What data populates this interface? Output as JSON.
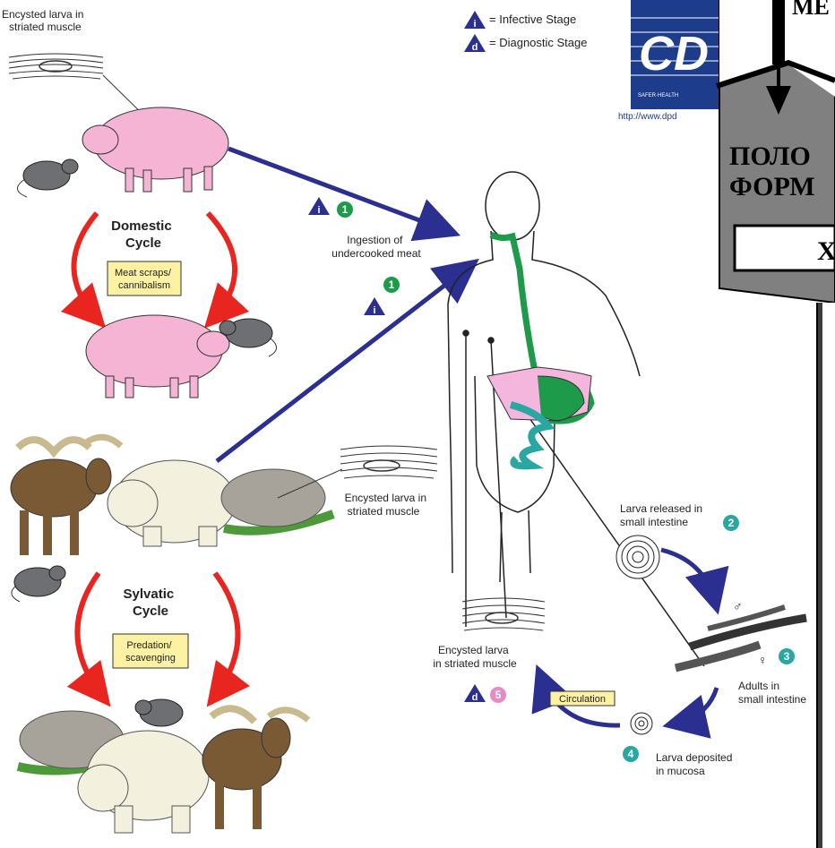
{
  "legend": {
    "infective": "= Infective Stage",
    "diagnostic": "= Diagnostic Stage",
    "infective_symbol": "i",
    "diagnostic_symbol": "d"
  },
  "logo": {
    "letters": "CD",
    "tagline": "SAFER·HEALTH",
    "url": "http://www.dpd"
  },
  "domestic": {
    "top_label": [
      "Encysted larva in",
      "striated muscle"
    ],
    "cycle_title": [
      "Domestic",
      "Cycle"
    ],
    "box": [
      "Meat scraps/",
      "cannibalism"
    ]
  },
  "ingestion": {
    "label": [
      "Ingestion of",
      "undercooked meat"
    ],
    "step": "1"
  },
  "sylvatic": {
    "cycle_title": [
      "Sylvatic",
      "Cycle"
    ],
    "box": [
      "Predation/",
      "scavenging"
    ],
    "encysted_label": [
      "Encysted larva in",
      "striated muscle"
    ]
  },
  "stages": {
    "s2": {
      "label": [
        "Larva released in",
        "small intestine"
      ],
      "num": "2"
    },
    "s3": {
      "label": [
        "Adults in",
        "small intestine"
      ],
      "num": "3"
    },
    "s4": {
      "label": [
        "Larva deposited",
        "in mucosa"
      ],
      "num": "4"
    },
    "s5": {
      "label": [
        "Encysted larva",
        "in striated muscle"
      ],
      "num": "5"
    },
    "circulation": "Circulation"
  },
  "overlay": {
    "line1": "МЕ",
    "line2": "ПОЛО",
    "line3": "ФОРМ",
    "line4": "Х"
  },
  "colors": {
    "blue": "#2b2f8f",
    "red": "#e8261f",
    "green": "#1d9a4a",
    "teal": "#2aa7a0",
    "pink": "#f4b6dd",
    "pink5": "#e58cc4",
    "overlay_gray": "#808080"
  }
}
